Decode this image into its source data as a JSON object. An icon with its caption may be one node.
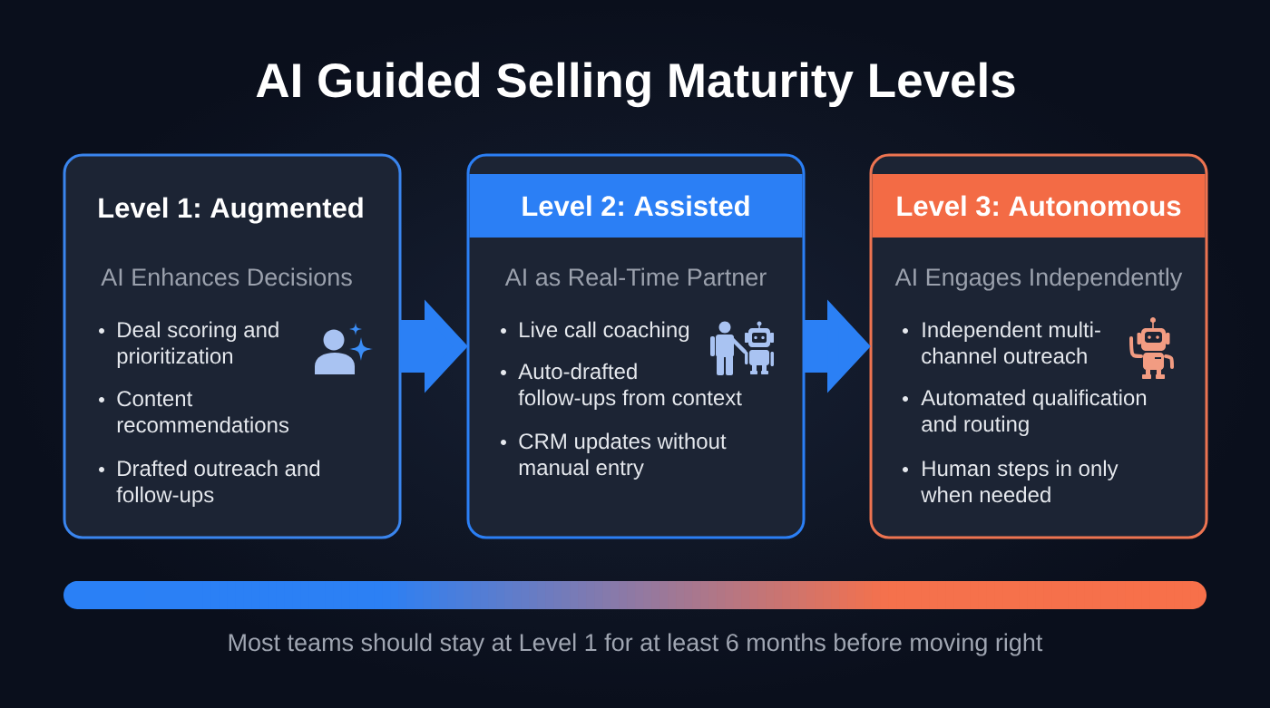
{
  "diagram": {
    "title": "AI Guided Selling Maturity Levels",
    "nodes": [
      {
        "text": [
          "Level 1: Augmented",
          "AI Enhances Decisions",
          "Deal scoring and prioritization",
          "Content recommendations",
          "Drafted outreach and follow-ups"
        ]
      },
      {
        "text": [
          "Level 2: Assisted",
          "AI as Real-Time Partner",
          "Live call coaching",
          "Auto-drafted follow-ups from context",
          "CRM updates without manual entry"
        ]
      },
      {
        "text": [
          "Level 3: Autonomous",
          "AI Engages Independently",
          "Independent multi-channel outreach",
          "Automated qualification and routing",
          "Human steps in only when needed"
        ]
      }
    ],
    "edges": [
      {
        "from": 0,
        "to": 1,
        "arrow": "to"
      },
      {
        "from": 1,
        "to": 2,
        "arrow": "to"
      }
    ],
    "caption": "Most teams should stay at Level 1 for at least 6 months before moving right"
  }
}
